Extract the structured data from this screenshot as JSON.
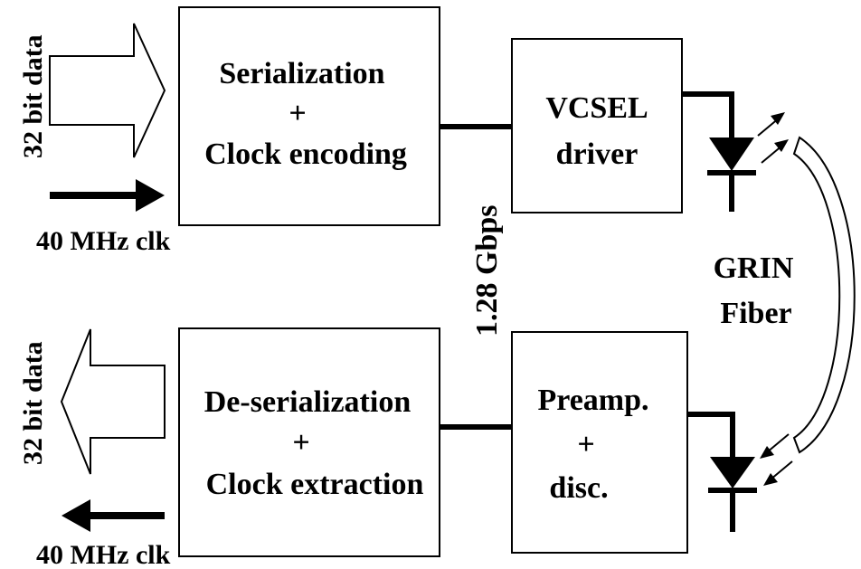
{
  "blocks": {
    "serializer": {
      "line1": "Serialization",
      "line2": "+",
      "line3": "Clock encoding"
    },
    "vcsel_driver": {
      "line1": "VCSEL",
      "line2": "driver"
    },
    "deserializer": {
      "line1": "De-serialization",
      "line2": "+",
      "line3": "Clock extraction"
    },
    "preamp": {
      "line1": "Preamp.",
      "line2": "+",
      "line3": "disc."
    }
  },
  "labels": {
    "tx_data": "32 bit data",
    "tx_clk": "40 MHz clk",
    "rx_data": "32 bit data",
    "rx_clk": "40 MHz clk",
    "link_rate": "1.28 Gbps",
    "fiber_line1": "GRIN",
    "fiber_line2": "Fiber"
  }
}
